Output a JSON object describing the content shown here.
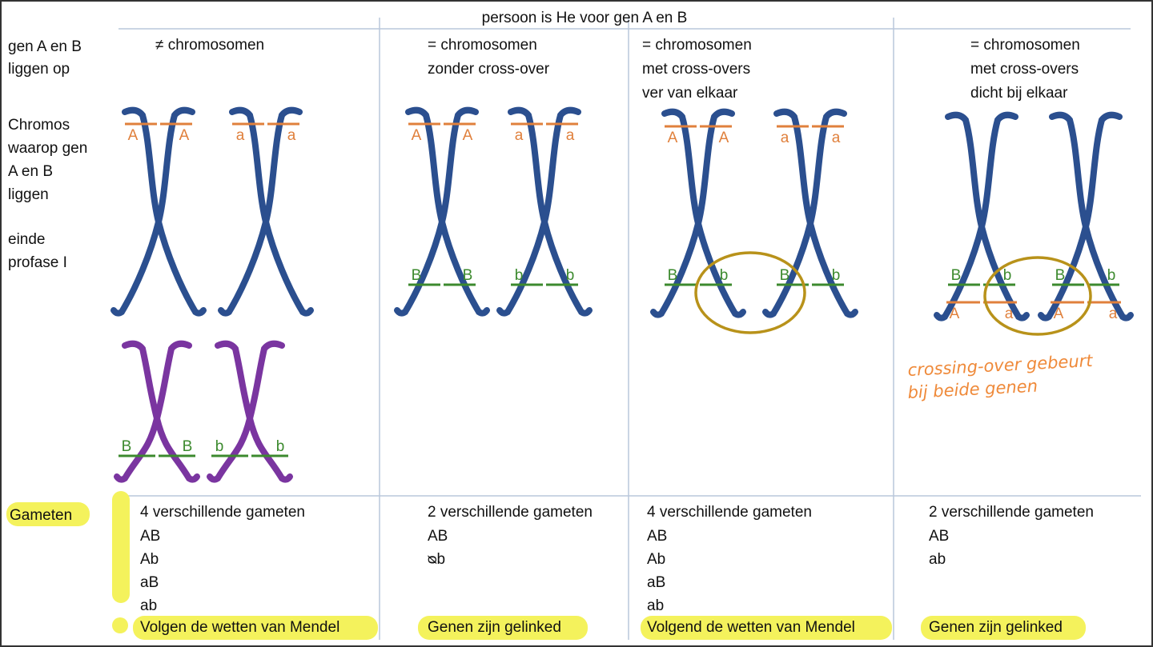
{
  "header": "persoon is He voor gen A en B",
  "left_labels": {
    "row1": [
      "gen A en B",
      "liggen op"
    ],
    "row2": [
      "Chromos",
      "waarop gen",
      "A en B",
      "liggen"
    ],
    "row3": [
      "einde",
      "profase I"
    ],
    "gameten": "Gameten"
  },
  "columns": [
    {
      "title": [
        "≠ chromosomen"
      ],
      "gamete_count": "4 verschillende gameten",
      "gametes": [
        "AB",
        "Ab",
        "aB",
        "ab"
      ],
      "conclusion": "Volgen de wetten van Mendel",
      "chromosomes": [
        {
          "top": [
            "A",
            "A"
          ],
          "bottom": []
        },
        {
          "top": [
            "a",
            "a"
          ],
          "bottom": []
        }
      ],
      "purple_chromosomes": [
        {
          "bottom": [
            "B",
            "B"
          ]
        },
        {
          "bottom": [
            "b",
            "b"
          ]
        }
      ]
    },
    {
      "title": [
        "=  chromosomen",
        "zonder cross-over"
      ],
      "gamete_count": "2 verschillende gameten",
      "gametes": [
        "AB",
        "ᴓb"
      ],
      "conclusion": "Genen zijn gelinked",
      "chromosomes": [
        {
          "top": [
            "A",
            "A"
          ],
          "bottom": [
            "B",
            "B"
          ]
        },
        {
          "top": [
            "a",
            "a"
          ],
          "bottom": [
            "b",
            "b"
          ]
        }
      ]
    },
    {
      "title": [
        "= chromosomen",
        "met cross-overs",
        "ver van elkaar"
      ],
      "gamete_count": "4 verschillende gameten",
      "gametes": [
        "AB",
        "Ab",
        "aB",
        "ab"
      ],
      "conclusion": "Volgend de wetten van Mendel",
      "chromosomes": [
        {
          "top": [
            "A",
            "A"
          ],
          "bottom": [
            "B",
            "b"
          ]
        },
        {
          "top": [
            "a",
            "a"
          ],
          "bottom": [
            "B",
            "b"
          ]
        }
      ]
    },
    {
      "title": [
        "= chromosomen",
        "met cross-overs",
        "dicht bij elkaar"
      ],
      "gamete_count": "2 verschillende gameten",
      "gametes": [
        "AB",
        "ab"
      ],
      "conclusion": "Genen zijn gelinked",
      "chromosomes": [
        {
          "top": [],
          "bottom": [
            "B",
            "b"
          ],
          "lower": [
            "A",
            "a"
          ]
        },
        {
          "top": [],
          "bottom": [
            "B",
            "b"
          ],
          "lower": [
            "A",
            "a"
          ]
        }
      ]
    }
  ],
  "handwritten_note": [
    "crossing-over gebeurt",
    "bij beide genen"
  ],
  "colors": {
    "chromosome": "#2b4f8f",
    "chromosome_alt": "#7a35a0",
    "allele_A": "#e0803c",
    "allele_B": "#3c8a2e",
    "circle": "#b8921a",
    "highlight": "#f4f25c",
    "grid": "#b9c7dc"
  }
}
